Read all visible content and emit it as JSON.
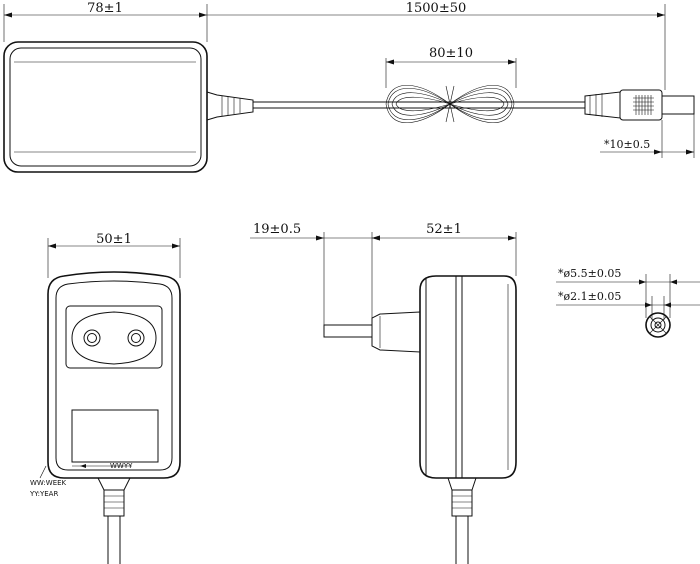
{
  "dimensions": {
    "body_length": "78±1",
    "cable_length": "1500±50",
    "coil_length": "80±10",
    "plug_length": "*10±0.5",
    "body_width": "50±1",
    "pin_length": "19±0.5",
    "body_depth": "52±1",
    "outer_diameter": "*ø5.5±0.05",
    "inner_diameter": "*ø2.1±0.05"
  },
  "label": {
    "date_code": "WWYY",
    "legend_week": "WW:WEEK",
    "legend_year": "YY:YEAR"
  }
}
